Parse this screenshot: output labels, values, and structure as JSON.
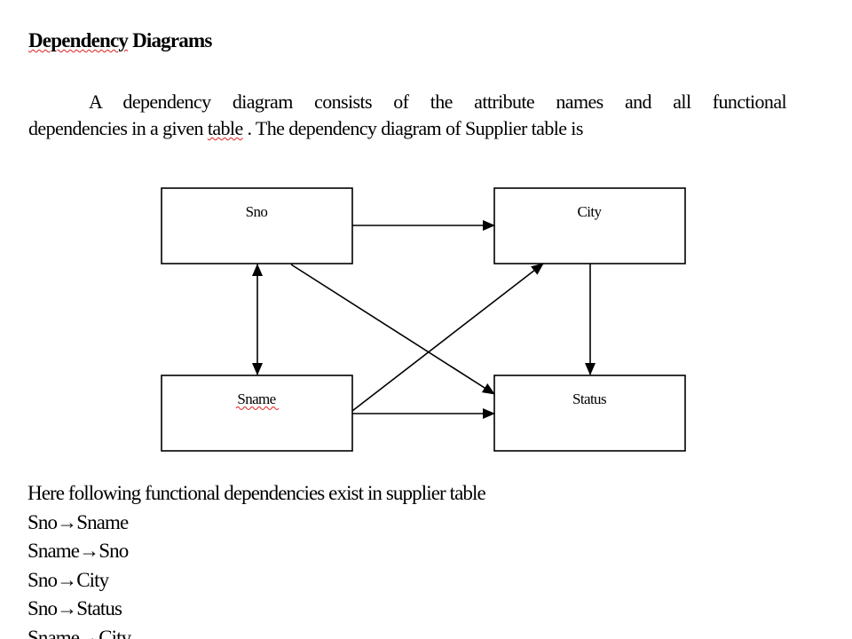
{
  "document": {
    "heading": {
      "part1": "Dependency",
      "part2": " Diagrams"
    },
    "paragraph": {
      "line1": "A dependency diagram consists of the attribute names and all functional",
      "line2_pre": "dependencies in a given ",
      "line2_word": "table",
      "line2_post": " . The dependency diagram of Supplier table is"
    },
    "diagram": {
      "nodes": {
        "sno": "Sno",
        "city": "City",
        "sname": "Sname",
        "status": "Status"
      }
    },
    "fd_intro": "Here following functional dependencies exist in supplier table",
    "dependencies": [
      "Sno→Sname",
      "Sname→Sno",
      "Sno→City",
      "Sno→Status",
      "Sname→City"
    ]
  },
  "colors": {
    "text": "#000000",
    "spellcheck": "#e02020",
    "background": "#ffffff"
  }
}
